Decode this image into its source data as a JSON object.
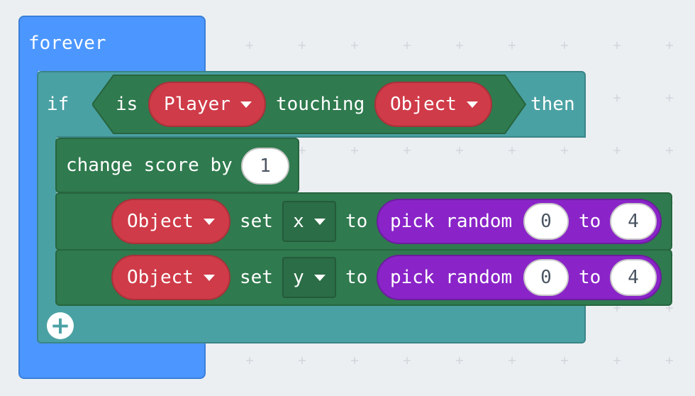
{
  "workspace": {
    "forever_label": "forever",
    "if_block": {
      "if_label": "if",
      "is_label": "is",
      "player_sprite": "Player",
      "touching_label": "touching",
      "object_sprite": "Object",
      "then_label": "then"
    },
    "change_block": {
      "label": "change score by",
      "value": "1"
    },
    "set_blocks": [
      {
        "sprite": "Object",
        "set_label": "set",
        "property": "x",
        "to_label": "to",
        "random_label": "pick random",
        "min": "0",
        "to2_label": "to",
        "max": "4"
      },
      {
        "sprite": "Object",
        "set_label": "set",
        "property": "y",
        "to_label": "to",
        "random_label": "pick random",
        "min": "0",
        "to2_label": "to",
        "max": "4"
      }
    ],
    "add_icon": "plus-circle-icon"
  },
  "colors": {
    "forever": "#4c97ff",
    "logic": "#4aa1a3",
    "condition": "#2f7a4e",
    "sprite": "#cf3b48",
    "math": "#8a24c8"
  }
}
